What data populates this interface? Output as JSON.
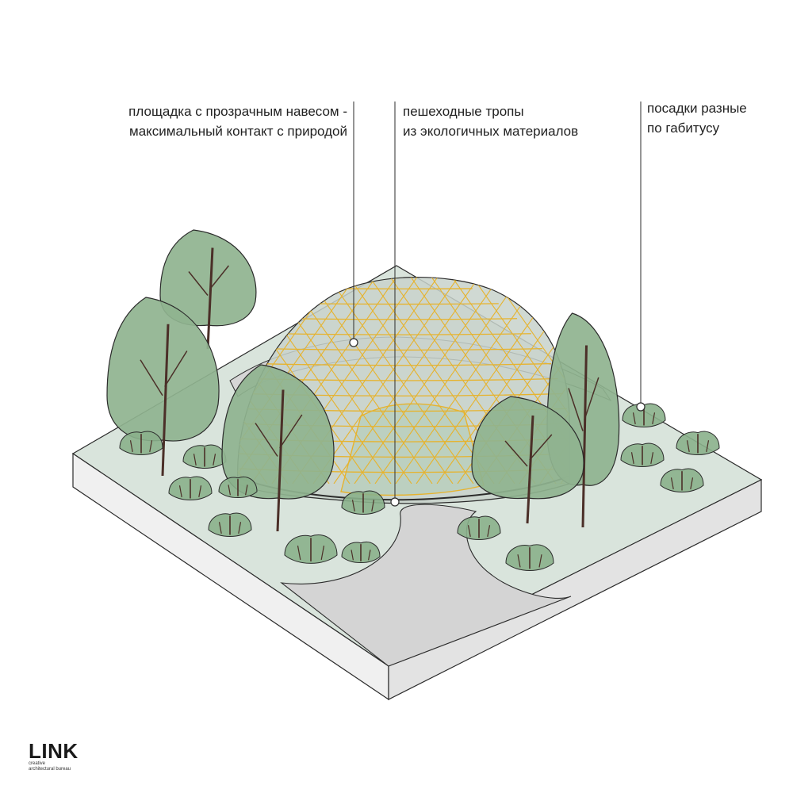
{
  "callouts": [
    {
      "id": "canopy",
      "lines": [
        "площадка с прозрачным навесом -",
        "максимальный контакт с природой"
      ]
    },
    {
      "id": "paths",
      "lines": [
        "пешеходные тропы",
        "из экологичных материалов"
      ]
    },
    {
      "id": "plantings",
      "lines": [
        "посадки разные",
        "по габитусу"
      ]
    }
  ],
  "logo": {
    "name": "LINK",
    "subtitle_line1": "creative",
    "subtitle_line2": "architectural bureau"
  },
  "colors": {
    "ground_top": "#d9e4dc",
    "ground_side_left": "#eeeeee",
    "ground_side_right": "#e2e2e2",
    "path": "#d4d4d4",
    "dome_glass": "#c8d2cb",
    "dome_frame": "#e6b32e",
    "tree_foliage": "#8fb38f",
    "tree_trunk": "#4b2f28",
    "shrub": "#8ab08b",
    "outline": "#2b2b2b"
  }
}
